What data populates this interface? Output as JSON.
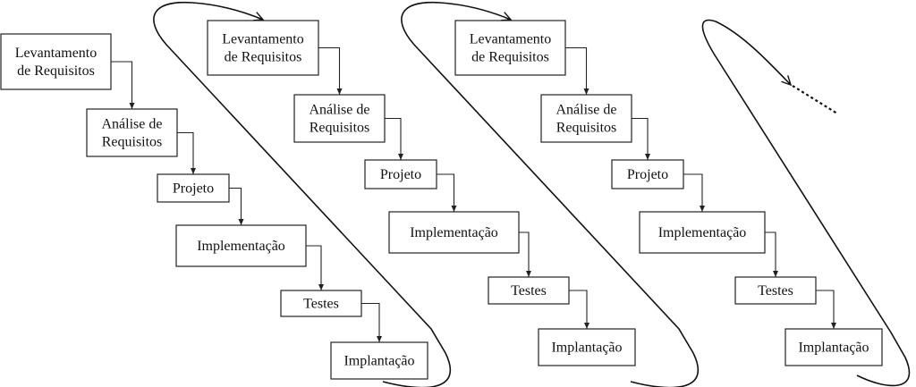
{
  "diagram": {
    "iterations": [
      {
        "stages": [
          "Levantamento de Requisitos",
          "Análise de Requisitos",
          "Projeto",
          "Implementação",
          "Testes",
          "Implantação"
        ],
        "labels": [
          [
            "Levantamento",
            "de Requisitos"
          ],
          [
            "Análise de",
            "Requisitos"
          ],
          [
            "Projeto"
          ],
          [
            "Implementação"
          ],
          [
            "Testes"
          ],
          [
            "Implantação"
          ]
        ]
      },
      {
        "stages": [
          "Levantamento de Requisitos",
          "Análise de Requisitos",
          "Projeto",
          "Implementação",
          "Testes",
          "Implantação"
        ],
        "labels": [
          [
            "Levantamento",
            "de Requisitos"
          ],
          [
            "Análise de",
            "Requisitos"
          ],
          [
            "Projeto"
          ],
          [
            "Implementação"
          ],
          [
            "Testes"
          ],
          [
            "Implantação"
          ]
        ]
      },
      {
        "stages": [
          "Levantamento de Requisitos",
          "Análise de Requisitos",
          "Projeto",
          "Implementação",
          "Testes",
          "Implantação"
        ],
        "labels": [
          [
            "Levantamento",
            "de Requisitos"
          ],
          [
            "Análise de",
            "Requisitos"
          ],
          [
            "Projeto"
          ],
          [
            "Implementação"
          ],
          [
            "Testes"
          ],
          [
            "Implantação"
          ]
        ]
      }
    ],
    "feedback_loops": 3,
    "continuation": "dotted"
  }
}
